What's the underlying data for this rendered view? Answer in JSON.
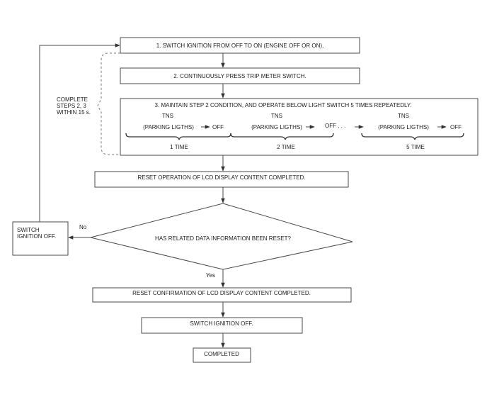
{
  "steps": {
    "step1": "1. SWITCH IGNITION FROM OFF TO ON (ENGINE OFF OR ON).",
    "step2": "2. CONTINUOUSLY PRESS TRIP METER SWITCH.",
    "step3": "3. MAINTAIN STEP 2 CONDITION, AND OPERATE BELOW LIGHT SWITCH 5 TIMES REPEATEDLY.",
    "reset_op": "RESET OPERATION OF LCD DISPLAY CONTENT COMPLETED.",
    "decision": "HAS RELATED DATA INFORMATION BEEN RESET?",
    "reset_conf": "RESET CONFIRMATION OF LCD DISPLAY CONTENT COMPLETED.",
    "switch_off": "SWITCH IGNITION OFF.",
    "completed": "COMPLETED"
  },
  "side": {
    "complete_line1": "COMPLETE",
    "complete_line2": "STEPS 2, 3",
    "complete_line3": "WITHIN 15 s.",
    "switch_off_line1": "SWITCH",
    "switch_off_line2": "IGNITION OFF."
  },
  "labels": {
    "no": "No",
    "yes": "Yes"
  },
  "sequence": {
    "tns": "TNS",
    "parking": "(PARKING LIGTHS)",
    "off": "OFF",
    "off_ellipsis": "OFF . . .",
    "time1": "1 TIME",
    "time2": "2 TIME",
    "time5": "5 TIME"
  }
}
